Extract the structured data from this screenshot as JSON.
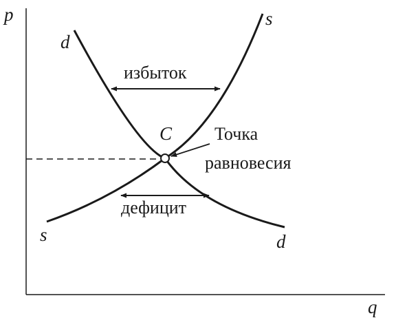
{
  "axes": {
    "y_label": "p",
    "x_label": "q"
  },
  "curves": {
    "demand": {
      "label_start": "d",
      "label_end": "d"
    },
    "supply": {
      "label_start": "s",
      "label_end": "s"
    }
  },
  "annotations": {
    "surplus": "избыток",
    "deficit": "дефицит",
    "equilibrium_point": "C",
    "equilibrium_line1": "Точка",
    "equilibrium_line2": "равновесия"
  },
  "colors": {
    "ink": "#1a1a1a",
    "background": "#ffffff"
  }
}
